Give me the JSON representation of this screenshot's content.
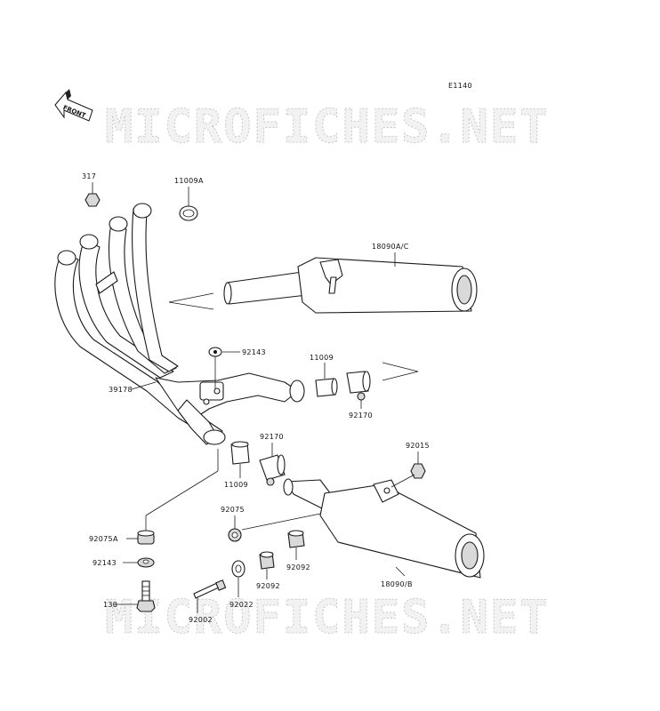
{
  "diagram": {
    "code": "E1140",
    "front_label": "FRONT",
    "watermark": "MICROFICHES.NET",
    "labels": {
      "p317": "317",
      "p11009A": "11009A",
      "p18090AC": "18090A/C",
      "p92143a": "92143",
      "p11009a": "11009",
      "p39178": "39178",
      "p92170a": "92170",
      "p92170b": "92170",
      "p11009b": "11009",
      "p92015": "92015",
      "p92075": "92075",
      "p92075A": "92075A",
      "p92143b": "92143",
      "p92092a": "92092",
      "p92092b": "92092",
      "p18090B": "18090/B",
      "p130": "130",
      "p92002": "92002",
      "p92022": "92022"
    }
  }
}
